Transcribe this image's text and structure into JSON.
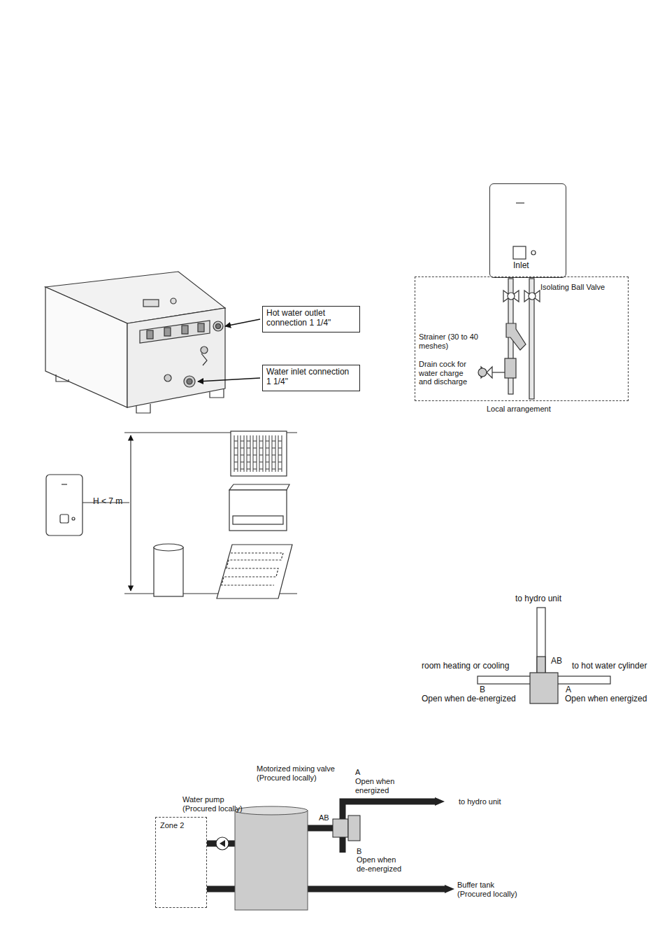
{
  "diagram": {
    "nodes": [
      {
        "text": [
          "Hot water outlet connection 1 1/4\""
        ]
      },
      {
        "text": [
          "Water inlet connection 1 1/4\""
        ]
      },
      {
        "text": [
          "Inlet"
        ]
      },
      {
        "text": [
          "Isolating Ball Valve",
          "Strainer (30 to 40 meshes)",
          "Drain cock for water charge and discharge",
          "Local arrangement"
        ]
      },
      {
        "text": [
          "Zone 2"
        ]
      }
    ],
    "labels": [
      "H < 7 m",
      "to hydro unit",
      "AB",
      "room heating or cooling",
      "to hot water cylinder",
      "B",
      "A",
      "Open when de-energized",
      "Open when energized",
      "Motorized mixing valve (Procured locally)",
      "A",
      "Open when energized",
      "Water pump (Procured locally)",
      "AB",
      "to hydro unit",
      "B",
      "Open when de-energized",
      "Buffer tank (Procured locally)"
    ]
  }
}
